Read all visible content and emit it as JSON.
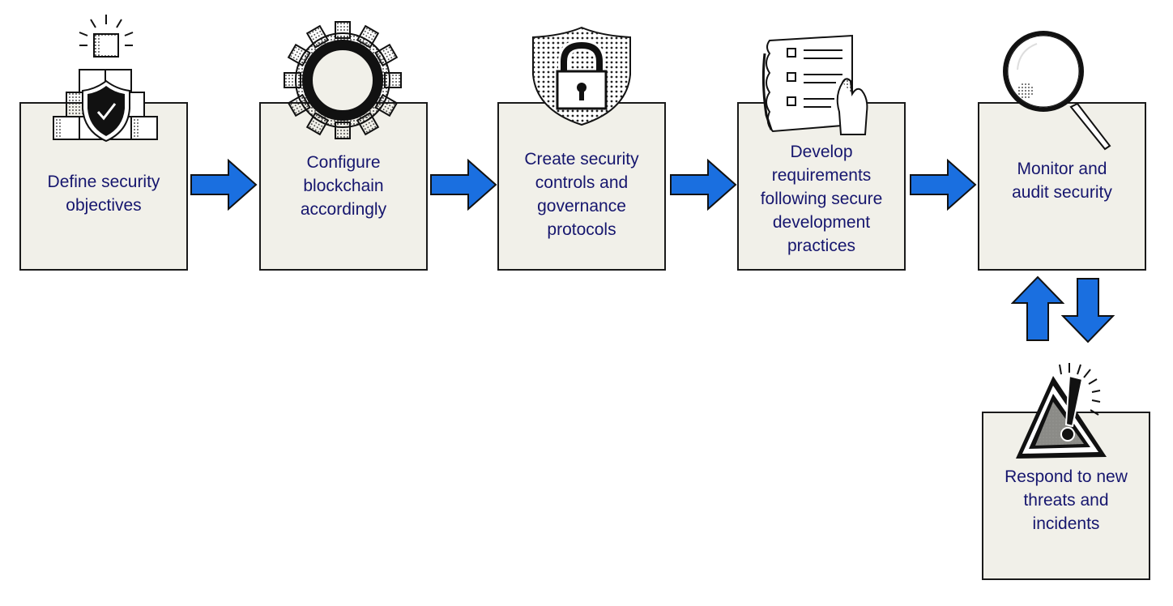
{
  "colors": {
    "box_fill": "#f1f0e9",
    "text": "#16166e",
    "arrow": "#1a6fe0",
    "outline": "#1a1a1a"
  },
  "steps": [
    {
      "label": [
        "Define security",
        "objectives"
      ],
      "icon": "shield-brick-wall-icon"
    },
    {
      "label": [
        "Configure",
        "blockchain",
        "accordingly"
      ],
      "icon": "gear-icon"
    },
    {
      "label": [
        "Create security",
        "controls and",
        "governance",
        "protocols"
      ],
      "icon": "shield-lock-icon"
    },
    {
      "label": [
        "Develop",
        "requirements",
        "following secure",
        "development",
        "practices"
      ],
      "icon": "checklist-document-icon"
    },
    {
      "label": [
        "Monitor and",
        "audit security"
      ],
      "icon": "magnifying-glass-icon"
    },
    {
      "label": [
        "Respond to new",
        "threats and",
        "incidents"
      ],
      "icon": "warning-triangle-icon"
    }
  ]
}
